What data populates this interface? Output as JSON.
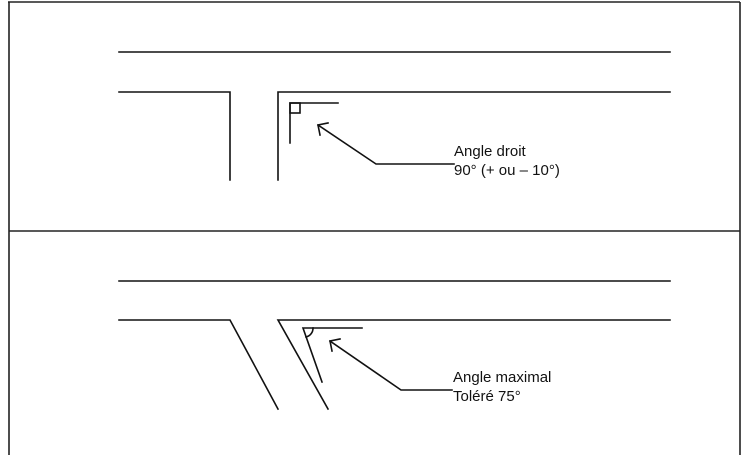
{
  "colors": {
    "background": "#ffffff",
    "line": "#111111"
  },
  "panels": [
    {
      "label_line1": "Angle droit",
      "label_line2": "90° (+ ou – 10°)",
      "angle_degrees": 90,
      "tolerance_degrees": 10
    },
    {
      "label_line1": "Angle maximal",
      "label_line2": "Toléré 75°",
      "angle_degrees": 75
    }
  ]
}
